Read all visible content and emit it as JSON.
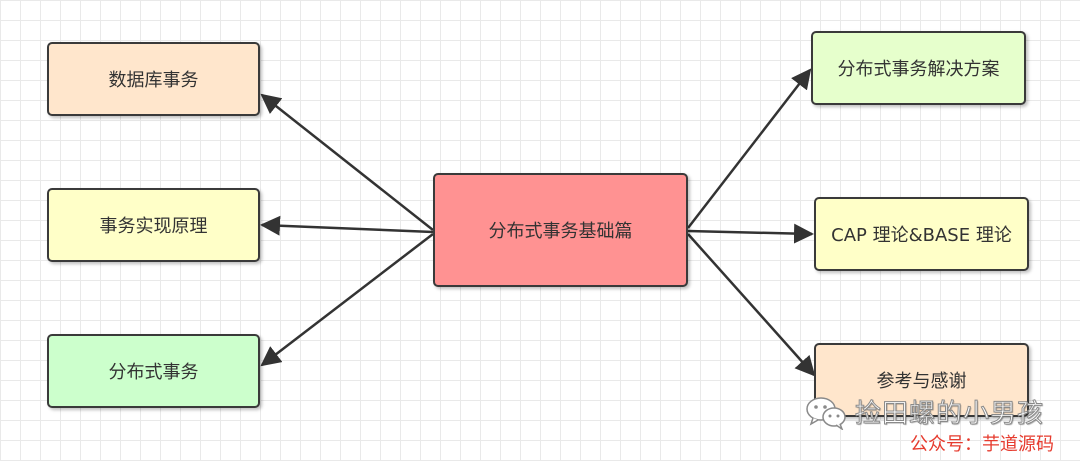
{
  "diagram": {
    "center": {
      "label": "分布式事务基础篇",
      "fill": "#ff9292"
    },
    "left_nodes": [
      {
        "label": "数据库事务",
        "fill": "#ffe6cc"
      },
      {
        "label": "事务实现原理",
        "fill": "#ffffc8"
      },
      {
        "label": "分布式事务",
        "fill": "#ccffcc"
      }
    ],
    "right_nodes": [
      {
        "label": "分布式事务解决方案",
        "fill": "#e6ffcc"
      },
      {
        "label": "CAP 理论&BASE 理论",
        "fill": "#ffffc8"
      },
      {
        "label": "参考与感谢",
        "fill": "#ffe6cc"
      }
    ],
    "edge_color": "#333333"
  },
  "watermark": {
    "name": "捡田螺的小男孩",
    "account": "公众号：芋道源码",
    "icon": "wechat-icon",
    "account_color": "#e63b2e"
  }
}
